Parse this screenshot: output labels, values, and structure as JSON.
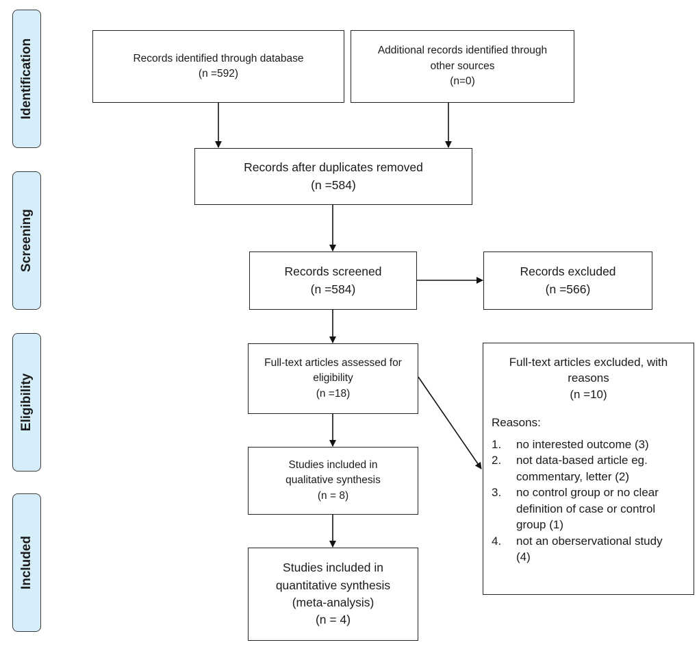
{
  "phases": {
    "identification": "Identification",
    "screening": "Screening",
    "eligibility": "Eligibility",
    "included": "Included"
  },
  "boxes": {
    "database": {
      "line1": "Records identified through database",
      "line2": "(n =592)"
    },
    "other_sources": {
      "line1": "Additional records identified through",
      "line2": "other sources",
      "line3": "(n=0)"
    },
    "duplicates_removed": {
      "line1": "Records after duplicates removed",
      "line2": "(n =584)"
    },
    "screened": {
      "line1": "Records screened",
      "line2": "(n =584)"
    },
    "excluded": {
      "line1": "Records excluded",
      "line2": "(n =566)"
    },
    "fulltext_assessed": {
      "line1": "Full-text articles assessed for",
      "line2": "eligibility",
      "line3": "(n =18)"
    },
    "qualitative": {
      "line1": "Studies included in",
      "line2": "qualitative synthesis",
      "line3": "(n = 8)"
    },
    "quantitative": {
      "line1": "Studies included in",
      "line2": "quantitative synthesis",
      "line3": "(meta-analysis)",
      "line4": "(n = 4)"
    }
  },
  "fulltext_excluded": {
    "line1": "Full-text articles excluded, with",
    "line2": "reasons",
    "line3": "(n =10)",
    "reasons_title": "Reasons:",
    "reasons": [
      {
        "num": "1.",
        "lines": [
          "no interested outcome (3)"
        ]
      },
      {
        "num": "2.",
        "lines": [
          "not data-based article eg.",
          "commentary, letter (2)"
        ]
      },
      {
        "num": "3.",
        "lines": [
          "no control group or no clear",
          "definition of case or control",
          "group (1)"
        ]
      },
      {
        "num": "4.",
        "lines": [
          "not an oberservational study",
          "(4)"
        ]
      }
    ]
  }
}
